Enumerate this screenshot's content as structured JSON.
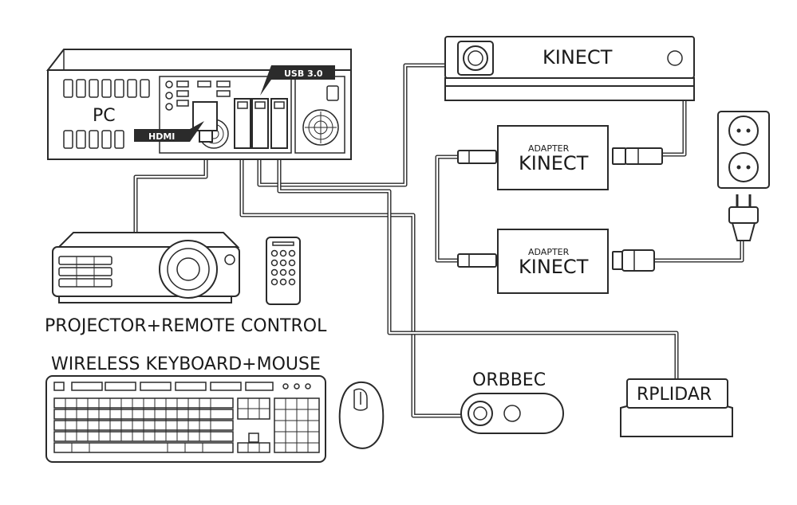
{
  "labels": {
    "pc": "PC",
    "usb": "USB 3.0",
    "hdmi": "HDMI",
    "kinect": "KINECT",
    "adapter_small": "ADAPTER",
    "adapter_big": "KINECT",
    "projector": "PROJECTOR+REMOTE CONTROL",
    "keyboard": "WIRELESS KEYBOARD+MOUSE",
    "orbbec": "ORBBEC",
    "rplidar": "RPLIDAR"
  }
}
